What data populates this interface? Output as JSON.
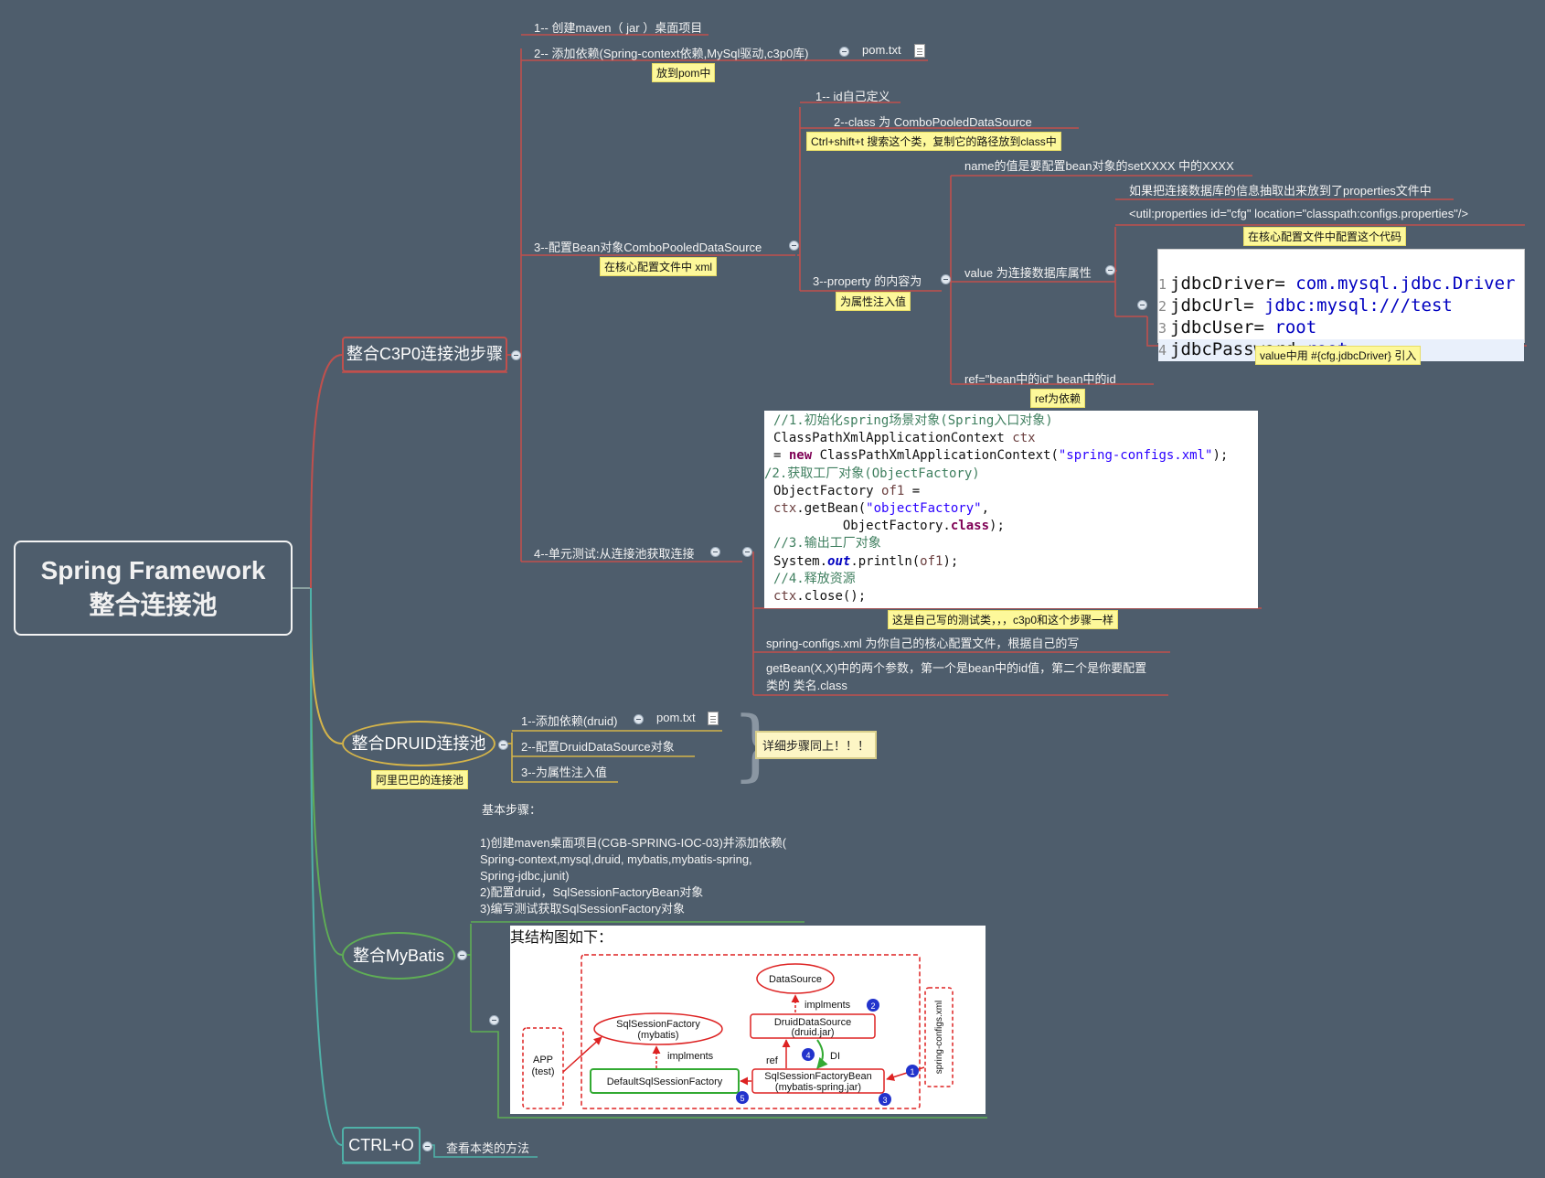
{
  "root": {
    "line1": "Spring Framework",
    "line2": "整合连接池"
  },
  "c3p0": {
    "title": "整合C3P0连接池步骤",
    "step1": "1-- 创建maven（ jar ）桌面项目",
    "step2": "2-- 添加依赖(Spring-context依赖,MySql驱动,c3p0库)",
    "step2_file": "pom.txt",
    "step2_note": "放到pom中",
    "step3": "3--配置Bean对象ComboPooledDataSource",
    "step3_note": "在核心配置文件中 xml",
    "id_item": "1-- id自己定义",
    "class_item": "2--class 为 ComboPooledDataSource",
    "class_note": "Ctrl+shift+t   搜索这个类，复制它的路径放到class中",
    "prop_item": "3--property 的内容为",
    "prop_note": "为属性注入值",
    "name_item": "name的值是要配置bean对象的setXXXX 中的XXXX",
    "value_item": "value 为连接数据库属性",
    "properties_item": "如果把连接数据库的信息抽取出来放到了properties文件中",
    "util_item": "<util:properties id=\"cfg\" location=\"classpath:configs.properties\"/>",
    "util_note": "在核心配置文件中配置这个代码",
    "props_code": [
      {
        "n": "1",
        "k": "jdbcDriver= ",
        "v": "com.mysql.jdbc.Driver"
      },
      {
        "n": "2",
        "k": "jdbcUrl= ",
        "v": "jdbc:mysql:///test"
      },
      {
        "n": "3",
        "k": "jdbcUser= ",
        "v": "root"
      },
      {
        "n": "4",
        "k": "jdbcPassword=",
        "v": "root"
      }
    ],
    "value_note": "value中用 #{cfg.jdbcDriver} 引入",
    "ref_item": "ref=\"bean中的id\"      bean中的id",
    "ref_note": "ref为依赖",
    "step4": "4--单元测试:从连接池获取连接",
    "test_note": "这是自己写的测试类，，，c3p0和这个步骤一样",
    "configs_item": "spring-configs.xml 为你自己的核心配置文件，根据自己的写",
    "getbean_line1": "getBean(X,X)中的两个参数，第一个是bean中的id值，第二个是你要配置",
    "getbean_line2": "类的         类名.class"
  },
  "test_code": {
    "c1": "//1.初始化spring场景对象(Spring入口对象)",
    "l2": "ClassPathXmlApplicationContext ",
    "ctx": "ctx",
    "l3a": "= ",
    "new": "new",
    "l3b": " ClassPathXmlApplicationContext(",
    "s1": "\"spring-configs.xml\"",
    "l3c": ");",
    "c2": "/2.获取工厂对象(ObjectFactory)",
    "l5a": "ObjectFactory ",
    "of1": "of1",
    "l5b": " =",
    "l6a": "ctx",
    "l6b": ".getBean(",
    "s2": "\"objectFactory\"",
    "l6c": ",",
    "l7a": "         ObjectFactory.",
    "cls": "class",
    "l7b": ");",
    "c3": "//3.输出工厂对象",
    "l9a": "System.",
    "out": "out",
    "l9b": ".println(",
    "of1b": "of1",
    "l9c": ");",
    "c4": "//4.释放资源",
    "l11a": "ctx",
    "l11b": ".close();"
  },
  "druid": {
    "title": "整合DRUID连接池",
    "note": "阿里巴巴的连接池",
    "step1": "1--添加依赖(druid)",
    "step1_file": "pom.txt",
    "step2": "2--配置DruidDataSource对象",
    "step3": "3--为属性注入值",
    "detail": "详细步骤同上！！！"
  },
  "mybatis": {
    "title": "整合MyBatis",
    "basic_title": "基本步骤：",
    "s1a": "1)创建maven桌面项目(CGB-SPRING-IOC-03)并添加依赖(",
    "s1b": "Spring-context,mysql,druid, mybatis,mybatis-spring,",
    "s1c": "Spring-jdbc,junit)",
    "s2": "2)配置druid，SqlSessionFactoryBean对象",
    "s3": "3)编写测试获取SqlSessionFactory对象",
    "diagram_title": "其结构图如下：",
    "app1": "APP",
    "app2": "(test)",
    "ssf1": "SqlSessionFactory",
    "ssf2": "(mybatis)",
    "impl1": "implments",
    "dssf": "DefaultSqlSessionFactory",
    "ds": "DataSource",
    "impl2": "implments",
    "dds1": "DruidDataSource",
    "dds2": "(druid.jar)",
    "ref": "ref",
    "di": "DI",
    "ssfb1": "SqlSessionFactoryBean",
    "ssfb2": "(mybatis-spring.jar)",
    "cfg": "spring-configs.xml",
    "n1": "1",
    "n2": "2",
    "n3": "3",
    "n4": "4",
    "n5": "5"
  },
  "ctrlo": {
    "title": "CTRL+O",
    "item": "查看本类的方法"
  },
  "colors": {
    "c3p0": "#c0504d",
    "druid": "#d4b44a",
    "mybatis": "#5fae55",
    "ctrlo": "#4fb1a8"
  }
}
